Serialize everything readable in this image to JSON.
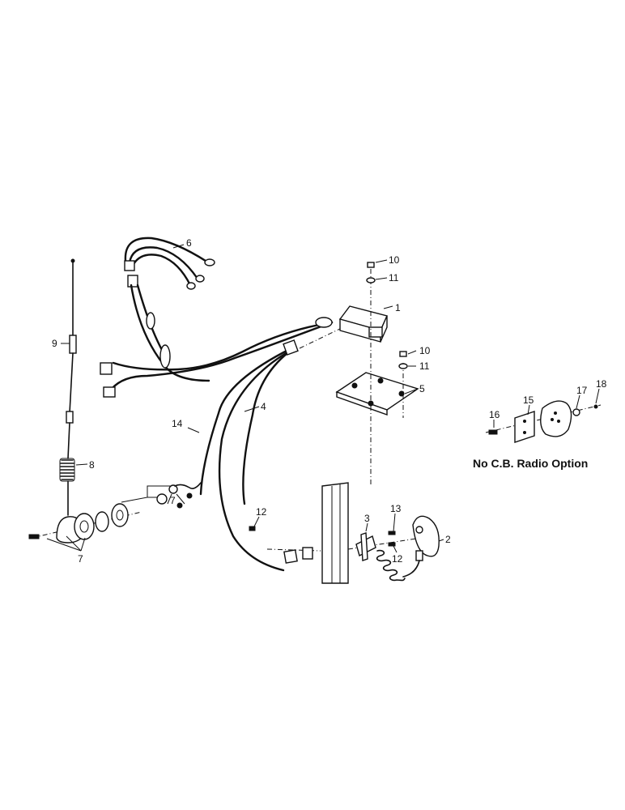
{
  "callouts": {
    "c1": "1",
    "c2": "2",
    "c3": "3",
    "c4": "4",
    "c5": "5",
    "c6": "6",
    "c7a": "7",
    "c7b": "7",
    "c8": "8",
    "c9": "9",
    "c10a": "10",
    "c10b": "10",
    "c11a": "11",
    "c11b": "11",
    "c12a": "12",
    "c12b": "12",
    "c13": "13",
    "c14": "14",
    "c15": "15",
    "c16": "16",
    "c17": "17",
    "c18": "18"
  },
  "option_caption": "No C.B. Radio Option"
}
